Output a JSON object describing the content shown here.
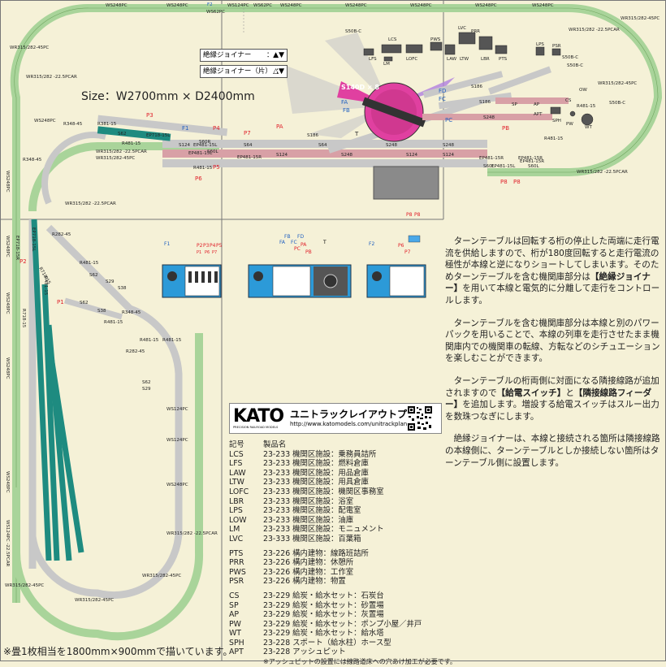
{
  "layout": {
    "size_text": "Size：W2700mm × D2400mm",
    "footer": "※畳1枚相当を1800mm×900mmで描いています。"
  },
  "joiners": {
    "normal": "絶縁ジョイナー",
    "normal_sep": "：",
    "pair": "絶縁ジョイナー（片）",
    "pair_sep": "："
  },
  "kato": {
    "logo": "KATO",
    "logo_sub": "PRECISION RAILROAD MODELS",
    "title": "ユニトラックレイアウトプラン",
    "url": "http://www.katomodels.com/unitrackplan/"
  },
  "info": {
    "p1a": "ターンテーブルは回転する桁の停止した両端に走行電流を供給しますので、桁が180度回転すると走行電流の極性が本線と逆になりショートしてしまいます。そのためターンテーブルを含む機関庫部分は",
    "p1b": "【絶縁ジョイナー】",
    "p1c": "を用いて本線と電気的に分離して走行をコントロールします。",
    "p2": "ターンテーブルを含む機関庫部分は本線と別のパワーパックを用いることで、本線の列車を走行させたまま機関庫内での機関車の転線、方転などのシチュエーションを楽しむことができます。",
    "p3a": "ターンテーブルの桁両側に対面になる隣接線路が追加されますので",
    "p3b": "【給電スイッチ】",
    "p3c": "と",
    "p3d": "【隣接線路フィーダー】",
    "p3e": "を追加します。増設する給電スイッチはスルー出力を数珠つなぎにします。",
    "p4": "絶縁ジョイナーは、本線と接続される箇所は隣接線路の本線側に、ターンテーブルとしか接続しない箇所はターンテーブル側に設置します。"
  },
  "legend": {
    "header_code": "記号",
    "header_name": "製品名",
    "group1": [
      {
        "code": "LCS",
        "name": "23-233 機関区施設：乗務員詰所"
      },
      {
        "code": "LFS",
        "name": "23-233 機関区施設：燃料倉庫"
      },
      {
        "code": "LAW",
        "name": "23-233 機関区施設：用品倉庫"
      },
      {
        "code": "LTW",
        "name": "23-233 機関区施設：用具倉庫"
      },
      {
        "code": "LOFC",
        "name": "23-233 機関区施設：機関区事務室"
      },
      {
        "code": "LBR",
        "name": "23-233 機関区施設：浴室"
      },
      {
        "code": "LPS",
        "name": "23-233 機関区施設：配電室"
      },
      {
        "code": "LOW",
        "name": "23-233 機関区施設：油庫"
      },
      {
        "code": "LM",
        "name": "23-233 機関区施設：モニュメント"
      },
      {
        "code": "LVC",
        "name": "23-333 機関区施設：百葉箱"
      }
    ],
    "group2": [
      {
        "code": "PTS",
        "name": "23-226 構内建物：線路班詰所"
      },
      {
        "code": "PRR",
        "name": "23-226 構内建物：休憩所"
      },
      {
        "code": "PWS",
        "name": "23-226 構内建物：工作室"
      },
      {
        "code": "PSR",
        "name": "23-226 構内建物：物置"
      }
    ],
    "group3": [
      {
        "code": "CS",
        "name": "23-229 給炭・給水セット：石炭台"
      },
      {
        "code": "SP",
        "name": "23-229 給炭・給水セット：砂置場"
      },
      {
        "code": "AP",
        "name": "23-229 給炭・給水セット：灰置場"
      },
      {
        "code": "PW",
        "name": "23-229 給炭・給水セット：ポンプ小屋／井戸"
      },
      {
        "code": "WT",
        "name": "23-229 給炭・給水セット：給水塔"
      },
      {
        "code": "SPH",
        "name": "23-228 スポート（給水柱）ホース型"
      },
      {
        "code": "APT",
        "name": "23-228 アッシュピット"
      }
    ],
    "note": "※アッシュピットの設置には線路道床への穴あけ加工が必要です。"
  },
  "track_labels": {
    "top": [
      "WS248PC",
      "WS248PC",
      "WS124PC",
      "WS62PC",
      "WS248PC",
      "WS248PC",
      "WS248PC",
      "WS248PC",
      "WS248PC"
    ],
    "f2_top": "F2",
    "f2_sub": "WS62PC",
    "tl_curve": "WR315/282-45PC",
    "tl_car": "WR315/282\n-22.5PCAR",
    "tl_car2": "WR315/282\n-22.5PCAR",
    "tr_curve": "WR315/282-45PC",
    "tr_car": "WR315/282\n-22.5PCAR",
    "tr_45": "WR315/282-45PC",
    "br_car": "WR315/282\n-22.5PCAR",
    "br_45": "WR315/282-45PC",
    "left_ws": [
      "WS248PC",
      "WS248PC",
      "WS248PC",
      "WS248PC",
      "WS248PC"
    ],
    "left_bottom": "WS124PC\n-22.5PCAR",
    "bl_45": "WR315/282-45PC",
    "bl_45b": "WR315/282-45PC",
    "inner_ws": [
      "WS124PC",
      "WS124PC",
      "WS248PC"
    ],
    "inner_car": "WR315/282\n-22.5PCAR",
    "inner_45": "WR315/282-45PC",
    "lm_ws_top": "WS248PC",
    "lm_car": "WR315/282\n-22.5PCAR",
    "lm_45": "WR315/282-45PC",
    "s140": "S140D × 8",
    "turntable_t": "T",
    "yard_small": [
      "S186",
      "S186",
      "S186",
      "S186",
      "S248",
      "S248",
      "S248",
      "S248",
      "S124",
      "S64",
      "S124",
      "S64",
      "S248",
      "S248",
      "S124",
      "S62",
      "S62",
      "S29",
      "S38",
      "S29",
      "S38",
      "S62",
      "S62",
      "S64",
      "S60R",
      "S60L",
      "S60L",
      "S64",
      "S124",
      "S64",
      "S248",
      "S124",
      "S64",
      "S60L",
      "S60L",
      "S60L",
      "S248",
      "S248",
      "S124",
      "S64",
      "S29"
    ],
    "points": [
      "EP718-15L",
      "R381-15",
      "EP481-15L",
      "EP481-15R",
      "R481-15",
      "EP481-15L",
      "EP481-15R",
      "EP481-15R",
      "EP481-15L",
      "EP481-15R",
      "S60L",
      "S60L",
      "R481-15",
      "R348-45",
      "R348-45",
      "R282-45",
      "R481-15",
      "R718-15",
      "EP718-15R",
      "EP718-15L",
      "R718-15",
      "R481-15",
      "R481-15",
      "R481-15",
      "R718-15",
      "R481-15",
      "R348-45",
      "R282-45",
      "R481-15",
      "S38",
      "S29",
      "S50B-C",
      "S50B-C",
      "S50B-C",
      "EP481-15R",
      "R481-15",
      "R481-15",
      "EP481-15R"
    ],
    "markers": [
      "P1",
      "P2",
      "P3",
      "P4",
      "P5",
      "P6",
      "P7",
      "P8",
      "PA",
      "PB",
      "PC",
      "FA",
      "FB",
      "FC",
      "FD",
      "F1",
      "F2",
      "P8",
      "P8",
      "T"
    ],
    "buildings": [
      "LCS",
      "LFS",
      "LM",
      "LOFC",
      "PWS",
      "LVC",
      "PRR",
      "LAW",
      "LTW",
      "LBR",
      "PTS",
      "LPS",
      "PSR",
      "S50B-C",
      "OW",
      "CS",
      "SP",
      "AP",
      "APT",
      "SPH",
      "PW",
      "WT",
      "S50B-C",
      "S50B-C"
    ],
    "panel_f1": "F1",
    "panel_p_left": [
      "P2",
      "P3",
      "P4",
      "P5",
      "P1",
      "P6",
      "P7"
    ],
    "panel_mid": [
      "FB",
      "FC",
      "FD",
      "FA",
      "PA",
      "PC",
      "PB",
      "T"
    ],
    "panel_f2": "F2",
    "panel_p_right": [
      "P6",
      "P7"
    ],
    "panel_p8": [
      "P8",
      "P8"
    ]
  },
  "colors": {
    "main_curve": "#a9d49a",
    "main_straight": "#a9d49a",
    "siding": "#c8c8c8",
    "teal": "#1e8b80",
    "pink": "#d8a0a6",
    "magenta": "#e040a0",
    "purple": "#b080e0",
    "bg": "#f5f1d7"
  },
  "icons": [
    "turntable-icon",
    "power-pack-icon",
    "switch-panel-icon",
    "qr-code-icon",
    "joiner-icon",
    "joiner-half-icon"
  ]
}
